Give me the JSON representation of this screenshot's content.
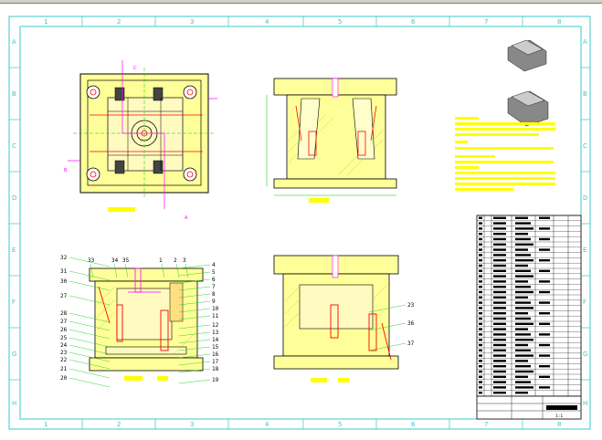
{
  "frame": {
    "columns": [
      "1",
      "2",
      "3",
      "4",
      "5",
      "6",
      "7",
      "8"
    ],
    "rows": [
      "A",
      "B",
      "C",
      "D",
      "E",
      "F",
      "G",
      "H"
    ]
  },
  "views": {
    "plan": {
      "section_mark_a": "A",
      "section_mark_b": "B",
      "section_mark_c": "C"
    },
    "bottom_left": {
      "left_labels": [
        "32",
        "31",
        "30",
        "27",
        "28",
        "27",
        "26",
        "25",
        "24",
        "23",
        "22",
        "21",
        "20"
      ],
      "top_labels": [
        "33",
        "34",
        "35",
        "1",
        "2",
        "3"
      ],
      "right_labels": [
        "4",
        "5",
        "6",
        "7",
        "8",
        "9",
        "10",
        "11",
        "12",
        "13",
        "14",
        "15",
        "16",
        "17",
        "18",
        "19"
      ]
    },
    "bottom_right": {
      "labels": [
        "23",
        "36",
        "37"
      ]
    }
  },
  "title_block": {
    "scale": "1:1"
  },
  "colors": {
    "frame": "#3cc8c8",
    "outline": "#000000",
    "fill": "#ffff99",
    "hatch": "#ff0000",
    "section": "#ff00ff",
    "center": "#00cc00",
    "note": "#ffff00",
    "blue": "#0000ff"
  }
}
